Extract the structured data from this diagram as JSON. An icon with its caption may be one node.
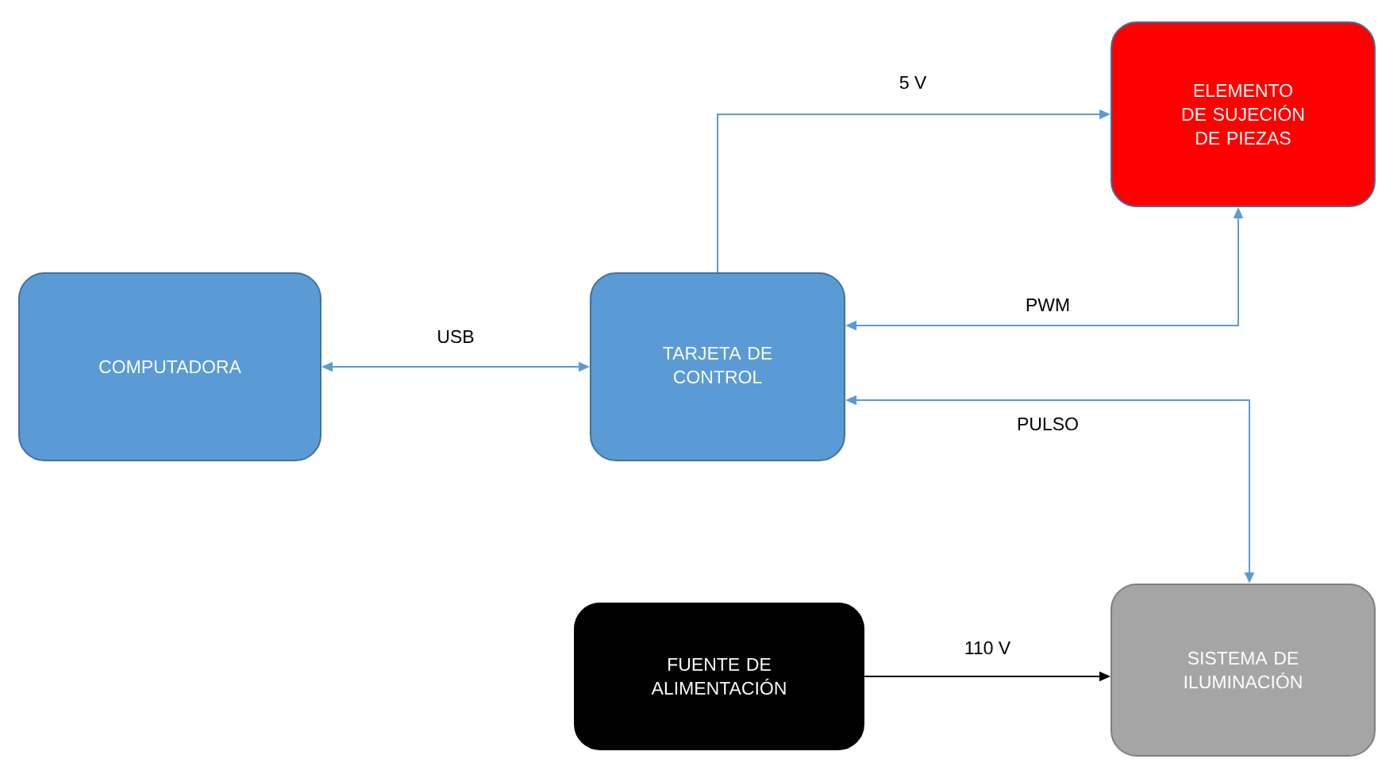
{
  "diagram": {
    "nodes": [
      {
        "text": [
          "COMPUTADORA"
        ]
      },
      {
        "text": [
          "TARJETA DE CONTROL"
        ]
      },
      {
        "text": [
          "ELEMENTO DE SUJECIÓN DE PIEZAS"
        ]
      },
      {
        "text": [
          "FUENTE DE ALIMENTACIÓN"
        ]
      },
      {
        "text": [
          "SISTEMA DE ILUMINACIÓN"
        ]
      }
    ],
    "edges": [
      {
        "from": 0,
        "to": 1,
        "arrow": "both",
        "label": "USB"
      },
      {
        "from": 1,
        "to": 2,
        "arrow": "to",
        "label": "5 V"
      },
      {
        "from": 2,
        "to": 1,
        "arrow": "both",
        "label": "PWM"
      },
      {
        "from": 1,
        "to": 4,
        "arrow": "both",
        "label": "PULSO"
      },
      {
        "from": 3,
        "to": 4,
        "arrow": "to",
        "label": "110 V",
        "color": "#000000"
      }
    ]
  }
}
